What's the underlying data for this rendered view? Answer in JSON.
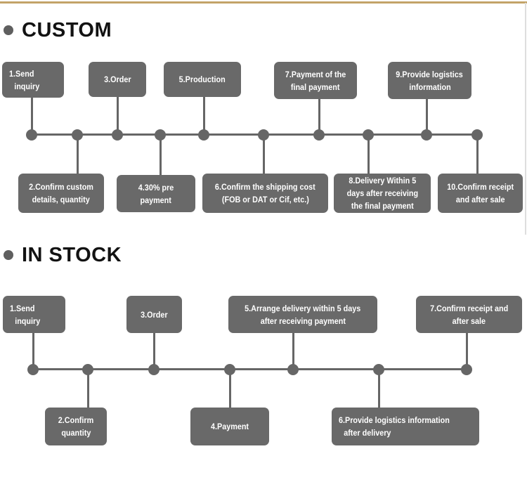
{
  "page": {
    "background": "#ffffff",
    "accent_color": "#c3a368",
    "edge_line_color": "#dedede",
    "box_color": "#696969",
    "line_color": "#666666",
    "dot_color": "#666666",
    "box_text_color": "#ffffff",
    "title_color": "#121212",
    "bullet_color": "#5f5f5f"
  },
  "sections": [
    {
      "id": "custom",
      "title": "CUSTOM",
      "steps": [
        {
          "label": "1.Send inquiry",
          "lines": [
            "1.Send",
            "inquiry"
          ]
        },
        {
          "label": "2.Confirm custom details, quantity",
          "lines": [
            "2.Confirm custom",
            "details, quantity"
          ]
        },
        {
          "label": "3.Order",
          "lines": [
            "3.Order"
          ]
        },
        {
          "label": "4.30% pre payment",
          "lines": [
            "4.30% pre",
            "payment"
          ]
        },
        {
          "label": "5.Production",
          "lines": [
            "5.Production"
          ]
        },
        {
          "label": "6.Confirm the shipping cost (FOB or DAT or Cif, etc.)",
          "lines": [
            "6.Confirm the shipping cost",
            "(FOB or DAT or Cif, etc.)"
          ]
        },
        {
          "label": "7.Payment of the final payment",
          "lines": [
            "7.Payment of the",
            "final payment"
          ]
        },
        {
          "label": "8.Delivery Within 5 days after receiving the final payment",
          "lines": [
            "8.Delivery Within 5",
            "days after receiving",
            "the final payment"
          ]
        },
        {
          "label": "9.Provide logistics information",
          "lines": [
            "9.Provide logistics",
            "information"
          ]
        },
        {
          "label": "10.Confirm receipt and after sale",
          "lines": [
            "10.Confirm receipt",
            "and after sale"
          ]
        }
      ]
    },
    {
      "id": "instock",
      "title": "IN STOCK",
      "steps": [
        {
          "label": "1.Send inquiry",
          "lines": [
            "1.Send",
            "inquiry"
          ]
        },
        {
          "label": "2.Confirm quantity",
          "lines": [
            "2.Confirm",
            "quantity"
          ]
        },
        {
          "label": "3.Order",
          "lines": [
            "3.Order"
          ]
        },
        {
          "label": "4.Payment",
          "lines": [
            "4.Payment"
          ]
        },
        {
          "label": "5.Arrange delivery within 5 days after receiving payment",
          "lines": [
            "5.Arrange delivery within 5 days",
            "after receiving payment"
          ]
        },
        {
          "label": "6.Provide logistics information after delivery",
          "lines": [
            "6.Provide logistics information",
            "after delivery"
          ]
        },
        {
          "label": "7.Confirm receipt and after sale",
          "lines": [
            "7.Confirm receipt and",
            "after sale"
          ]
        }
      ]
    }
  ]
}
